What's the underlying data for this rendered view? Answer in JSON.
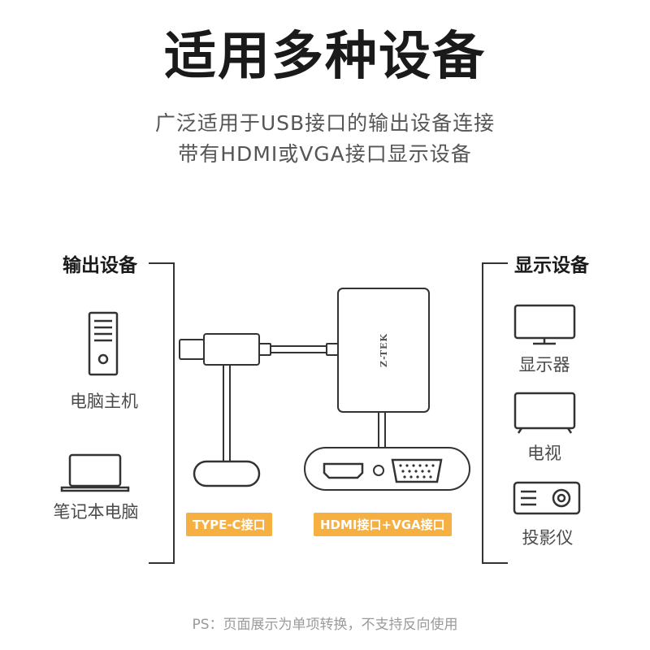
{
  "title": "适用多种设备",
  "subtitle_lines": [
    "广泛适用于USB接口的输出设备连接",
    "带有HDMI或VGA接口显示设备"
  ],
  "output_section": {
    "heading": "输出设备",
    "devices": [
      {
        "label": "电脑主机",
        "icon": "desktop-tower-icon"
      },
      {
        "label": "笔记本电脑",
        "icon": "laptop-icon"
      }
    ]
  },
  "display_section": {
    "heading": "显示设备",
    "devices": [
      {
        "label": "显示器",
        "icon": "monitor-icon"
      },
      {
        "label": "电视",
        "icon": "tv-icon"
      },
      {
        "label": "投影仪",
        "icon": "projector-icon"
      }
    ]
  },
  "adapter": {
    "brand": "Z-TEK",
    "type_c_tag": "TYPE-C接口",
    "ports_tag": "HDMI接口+VGA接口"
  },
  "footnote": "PS：页面展示为单项转换，不支持反向使用",
  "colors": {
    "accent": "#f5b041",
    "line": "#333333",
    "text_dark": "#1a1a1a",
    "text_mid": "#4a4a4a",
    "text_light": "#9a9a9a"
  }
}
